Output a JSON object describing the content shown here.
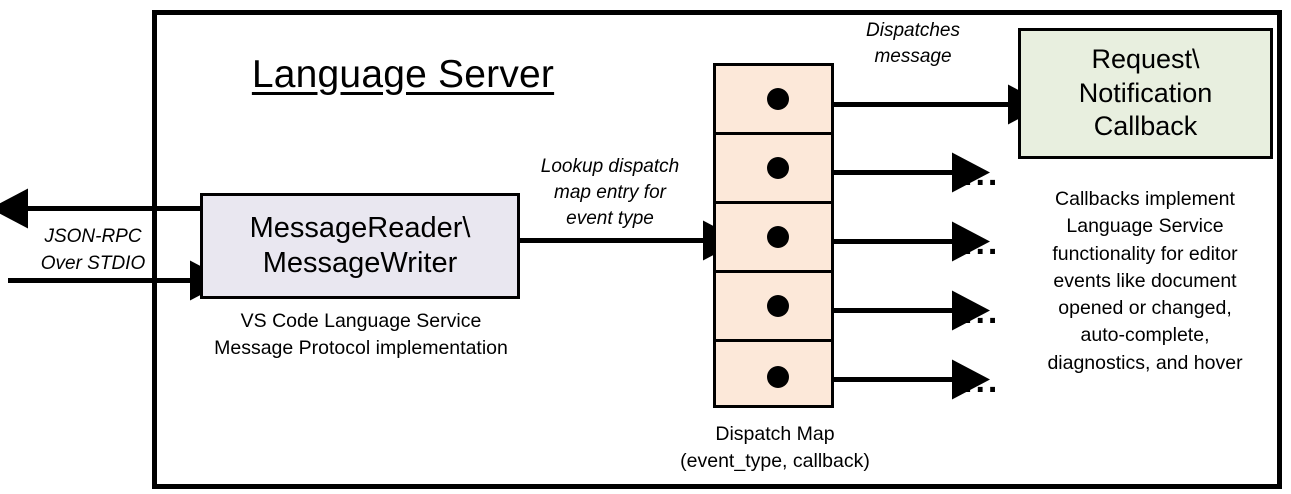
{
  "diagram": {
    "type": "architecture-flow",
    "title": "Language Server",
    "frame": {
      "label": "Language Server",
      "underlined": true
    },
    "external_io": {
      "label_line1": "JSON-RPC",
      "label_line2": "Over STDIO",
      "outbound_arrow": "arrow-left-out",
      "inbound_arrow": "arrow-right-in"
    },
    "reader_box": {
      "line1": "MessageReader\\",
      "line2": "MessageWriter",
      "fill": "#E9E7F0",
      "stroke": "#000000",
      "caption_line1": "VS Code Language Service",
      "caption_line2": "Message Protocol implementation"
    },
    "lookup_label": {
      "line1": "Lookup dispatch",
      "line2": "map entry for",
      "line3": "event type"
    },
    "dispatch_map": {
      "fill": "#FCE8D9",
      "stroke": "#000000",
      "cell_count": 5,
      "cells": [
        {
          "index": 1,
          "marker": "callback-dot",
          "outgoing": "dispatch-arrow-1"
        },
        {
          "index": 2,
          "marker": "callback-dot",
          "outgoing": "dispatch-arrow-2"
        },
        {
          "index": 3,
          "marker": "callback-dot",
          "outgoing": "dispatch-arrow-3"
        },
        {
          "index": 4,
          "marker": "callback-dot",
          "outgoing": "dispatch-arrow-4"
        },
        {
          "index": 5,
          "marker": "callback-dot",
          "outgoing": "dispatch-arrow-5"
        }
      ],
      "caption_line1": "Dispatch Map",
      "caption_line2": "(event_type, callback)"
    },
    "dispatches_label": {
      "line1": "Dispatches",
      "line2": "message"
    },
    "callback_box": {
      "line1": "Request\\",
      "line2": "Notification",
      "line3": "Callback",
      "fill": "#E8EFDF",
      "stroke": "#000000"
    },
    "callback_caption": {
      "line1": "Callbacks implement",
      "line2": "Language Service",
      "line3": "functionality for editor",
      "line4": "events like document",
      "line5": "opened or changed,",
      "line6": "auto-complete,",
      "line7": "diagnostics, and hover"
    },
    "ellipses": [
      "...",
      "...",
      "...",
      "..."
    ],
    "colors": {
      "background": "#FFFFFF",
      "stroke": "#000000",
      "reader_fill": "#E9E7F0",
      "map_fill": "#FCE8D9",
      "callback_fill": "#E8EFDF"
    }
  }
}
